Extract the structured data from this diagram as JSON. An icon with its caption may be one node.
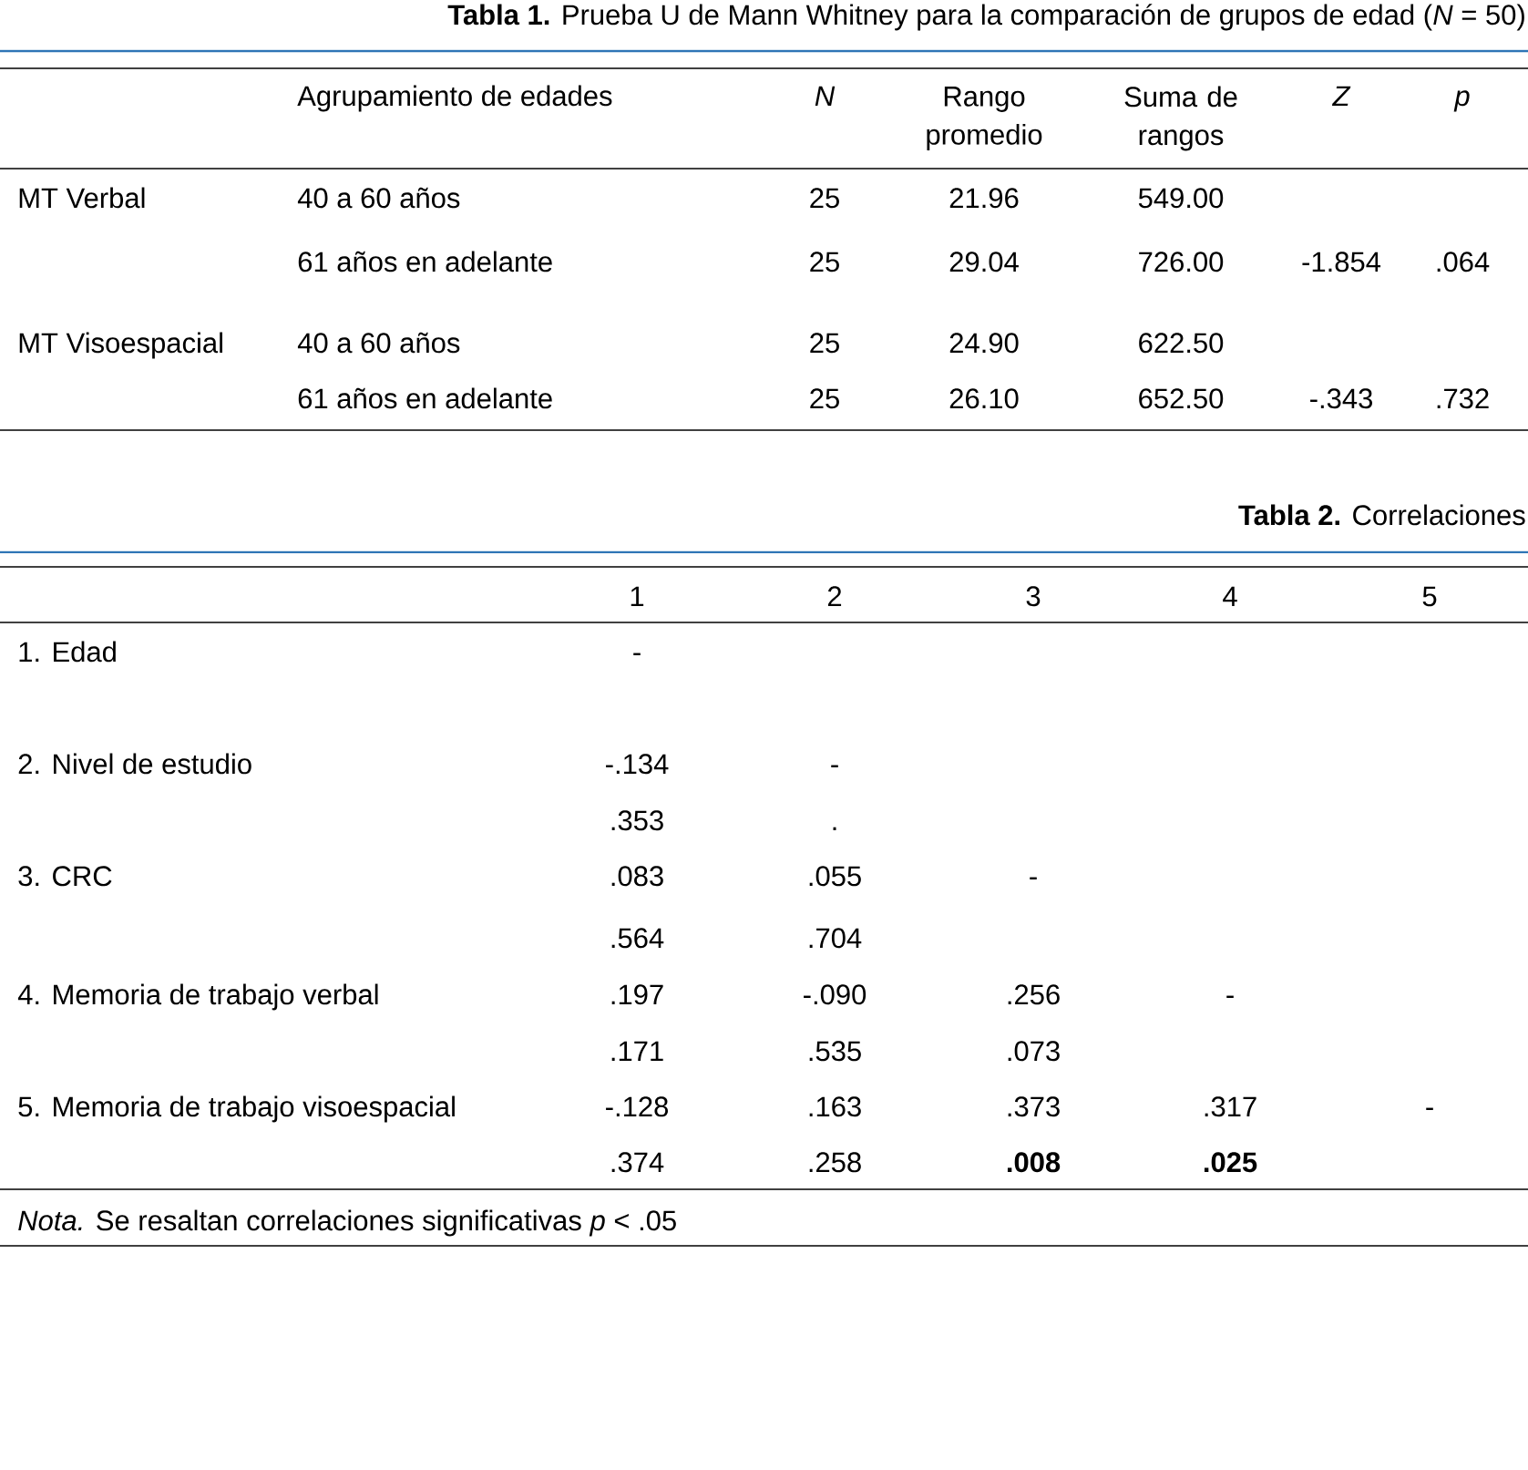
{
  "diagram": {
    "labels": [
      "**Tabla 1.** Prueba U de Mann Whitney para la comparación de grupos de edad (*N* = 50)",
      "Agrupamiento de edades",
      "N",
      "Rango promedio",
      "Suma de rangos",
      "Z",
      "p",
      "MT Verbal",
      "40 a 60 años",
      "25",
      "21.96",
      "549.00",
      "61 años en adelante",
      "25",
      "29.04",
      "726.00",
      "-1.854",
      ".064",
      "MT Visoespacial",
      "40 a 60 años",
      "25",
      "24.90",
      "622.50",
      "61 años en adelante",
      "25",
      "26.10",
      "652.50",
      "-.343",
      ".732",
      "**Tabla 2.** Correlaciones",
      "1",
      "2",
      "3",
      "4",
      "5",
      "1. Edad",
      "-",
      "2. Nivel de estudio",
      "-.134",
      "-",
      ".353",
      ".",
      "3. CRC",
      ".083",
      ".055",
      "-",
      ".564",
      ".704",
      "4. Memoria de trabajo verbal",
      ".197",
      "-.090",
      ".256",
      "-",
      ".171",
      ".535",
      ".073",
      "5. Memoria de trabajo visoespacial",
      "-.128",
      ".163",
      ".373",
      ".317",
      "-",
      ".374",
      ".258",
      ".008",
      ".025",
      "*Nota.* Se resaltan correlaciones significativas *p* < .05"
    ]
  }
}
